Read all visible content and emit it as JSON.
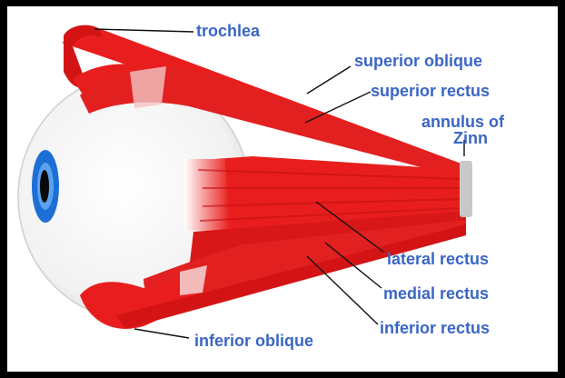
{
  "diagram": {
    "labels": {
      "trochlea": "trochlea",
      "superior_oblique": "superior oblique",
      "superior_rectus": "superior rectus",
      "annulus_line1": "annulus of",
      "annulus_line2": "Zinn",
      "lateral_rectus": "lateral rectus",
      "medial_rectus": "medial rectus",
      "inferior_rectus": "inferior rectus",
      "inferior_oblique": "inferior oblique"
    },
    "colors": {
      "label_text": "#3a66c4",
      "muscle": "#e81e1e",
      "muscle_dark": "#c40f0f",
      "leader_line": "#111111",
      "iris": "#1d6fd6",
      "pupil": "#0a0a0a",
      "background": "#ffffff",
      "border": "#000000"
    }
  }
}
